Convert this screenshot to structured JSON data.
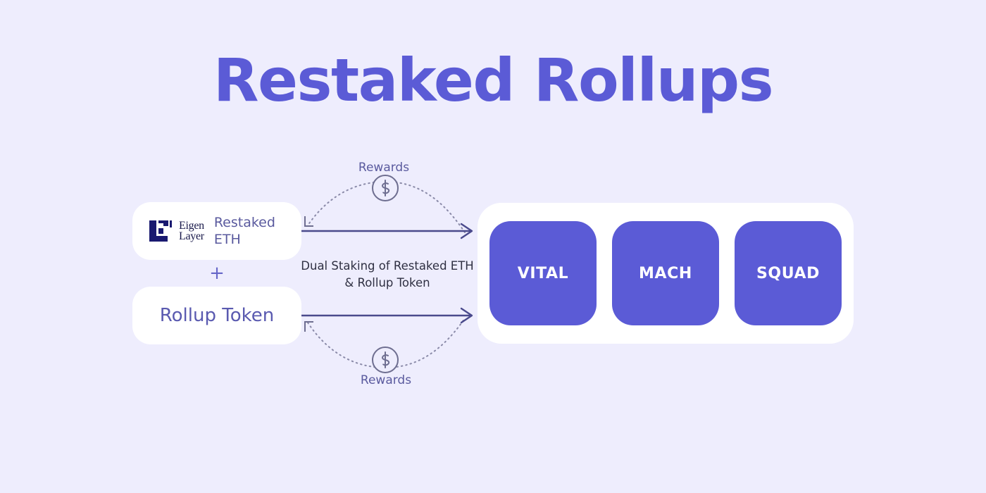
{
  "page": {
    "title": "Restaked Rollups",
    "background_color": "#eeedfd",
    "accent_color": "#5b5bd6",
    "muted_text_color": "#5a5a9e",
    "dark_text_color": "#2f3042"
  },
  "diagram": {
    "left_column": {
      "restaked_eth_card": {
        "logo_name": "eigenlayer-logo",
        "logo_wordmark_line1": "Eigen",
        "logo_wordmark_line2": "Layer",
        "label": "Restaked ETH"
      },
      "operator": "+",
      "rollup_token_card": {
        "label": "Rollup Token"
      }
    },
    "connectors": {
      "rewards_top_label": "Rewards",
      "rewards_bottom_label": "Rewards",
      "coin_icon_name": "dollar-coin-icon",
      "coin_glyph": "$",
      "flow_label": "Dual Staking of Restaked ETH & Rollup Token",
      "flow_label_line1": "Dual Staking of Restaked ETH",
      "flow_label_line2": "& Rollup Token",
      "arrow_color": "#4a4a8c",
      "dotted_color": "#7a7a9e"
    },
    "avs_panel": {
      "boxes": [
        {
          "label": "VITAL"
        },
        {
          "label": "MACH"
        },
        {
          "label": "SQUAD"
        }
      ],
      "box_color": "#5b5bd6",
      "panel_color": "#ffffff"
    }
  }
}
